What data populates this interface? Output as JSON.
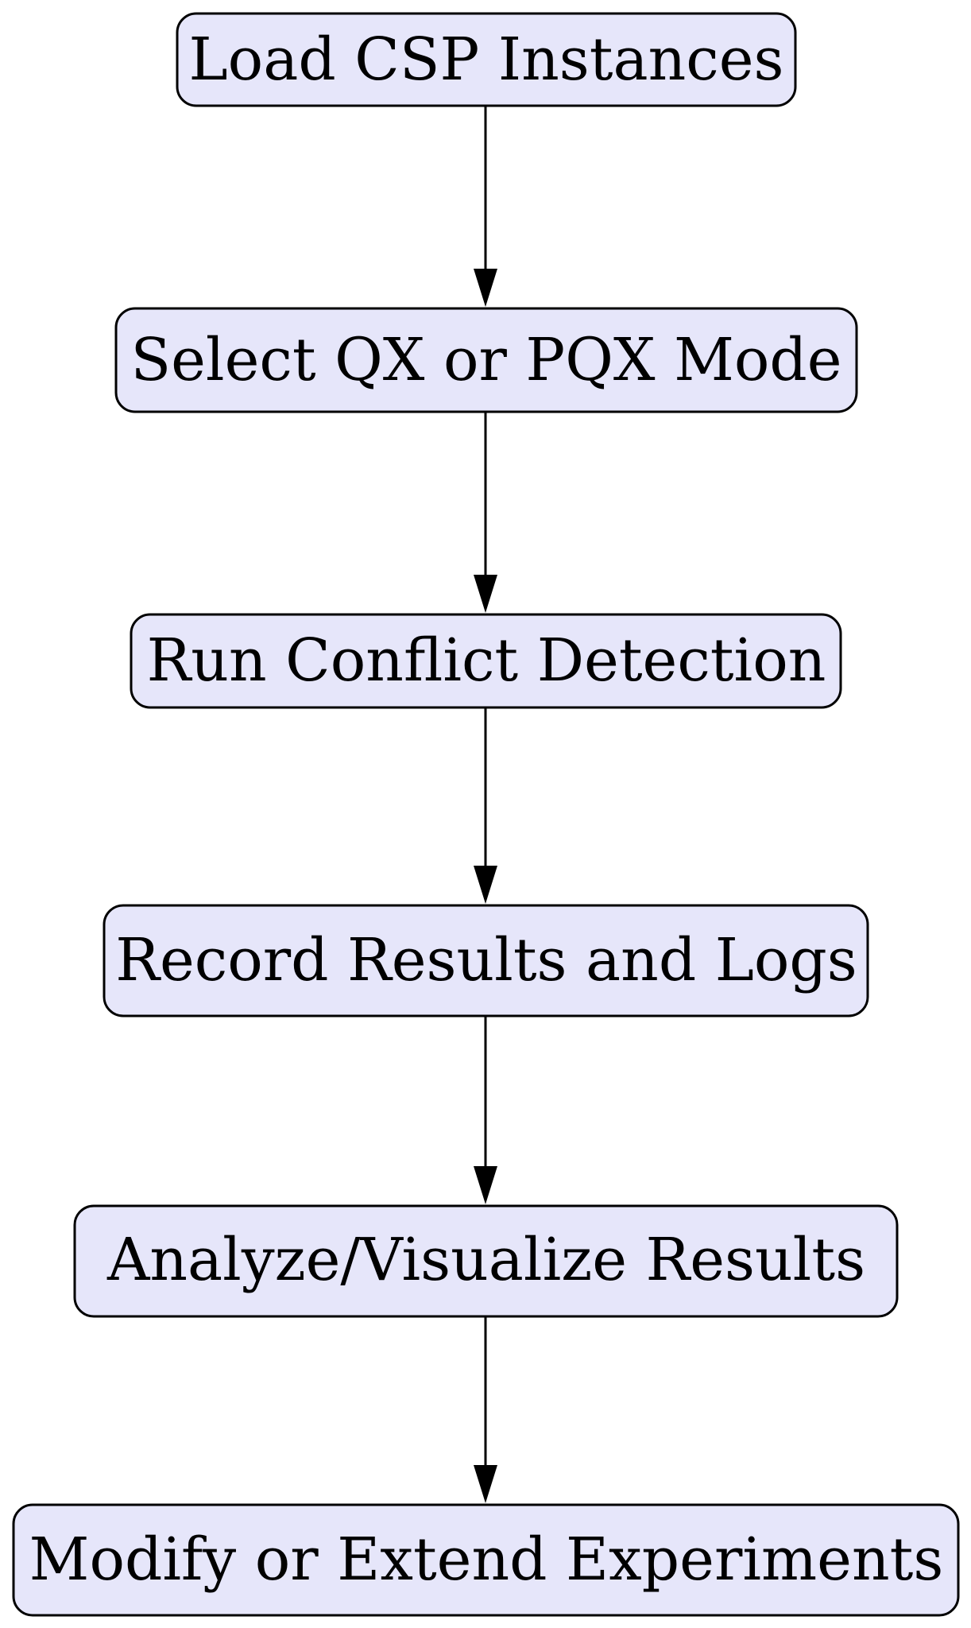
{
  "flowchart": {
    "steps": [
      {
        "id": "load-csp-instances",
        "label": "Load CSP Instances"
      },
      {
        "id": "select-mode",
        "label": "Select QX or PQX Mode"
      },
      {
        "id": "run-conflict-detection",
        "label": "Run Conflict Detection"
      },
      {
        "id": "record-results",
        "label": "Record Results and Logs"
      },
      {
        "id": "analyze-visualize",
        "label": "Analyze/Visualize Results"
      },
      {
        "id": "modify-extend",
        "label": "Modify or Extend Experiments"
      }
    ],
    "edges": [
      {
        "from": "load-csp-instances",
        "to": "select-mode"
      },
      {
        "from": "select-mode",
        "to": "run-conflict-detection"
      },
      {
        "from": "run-conflict-detection",
        "to": "record-results"
      },
      {
        "from": "record-results",
        "to": "analyze-visualize"
      },
      {
        "from": "analyze-visualize",
        "to": "modify-extend"
      }
    ],
    "colors": {
      "node_fill": "#e6e6fa",
      "node_stroke": "#000000",
      "edge": "#000000",
      "text": "#000000"
    }
  }
}
